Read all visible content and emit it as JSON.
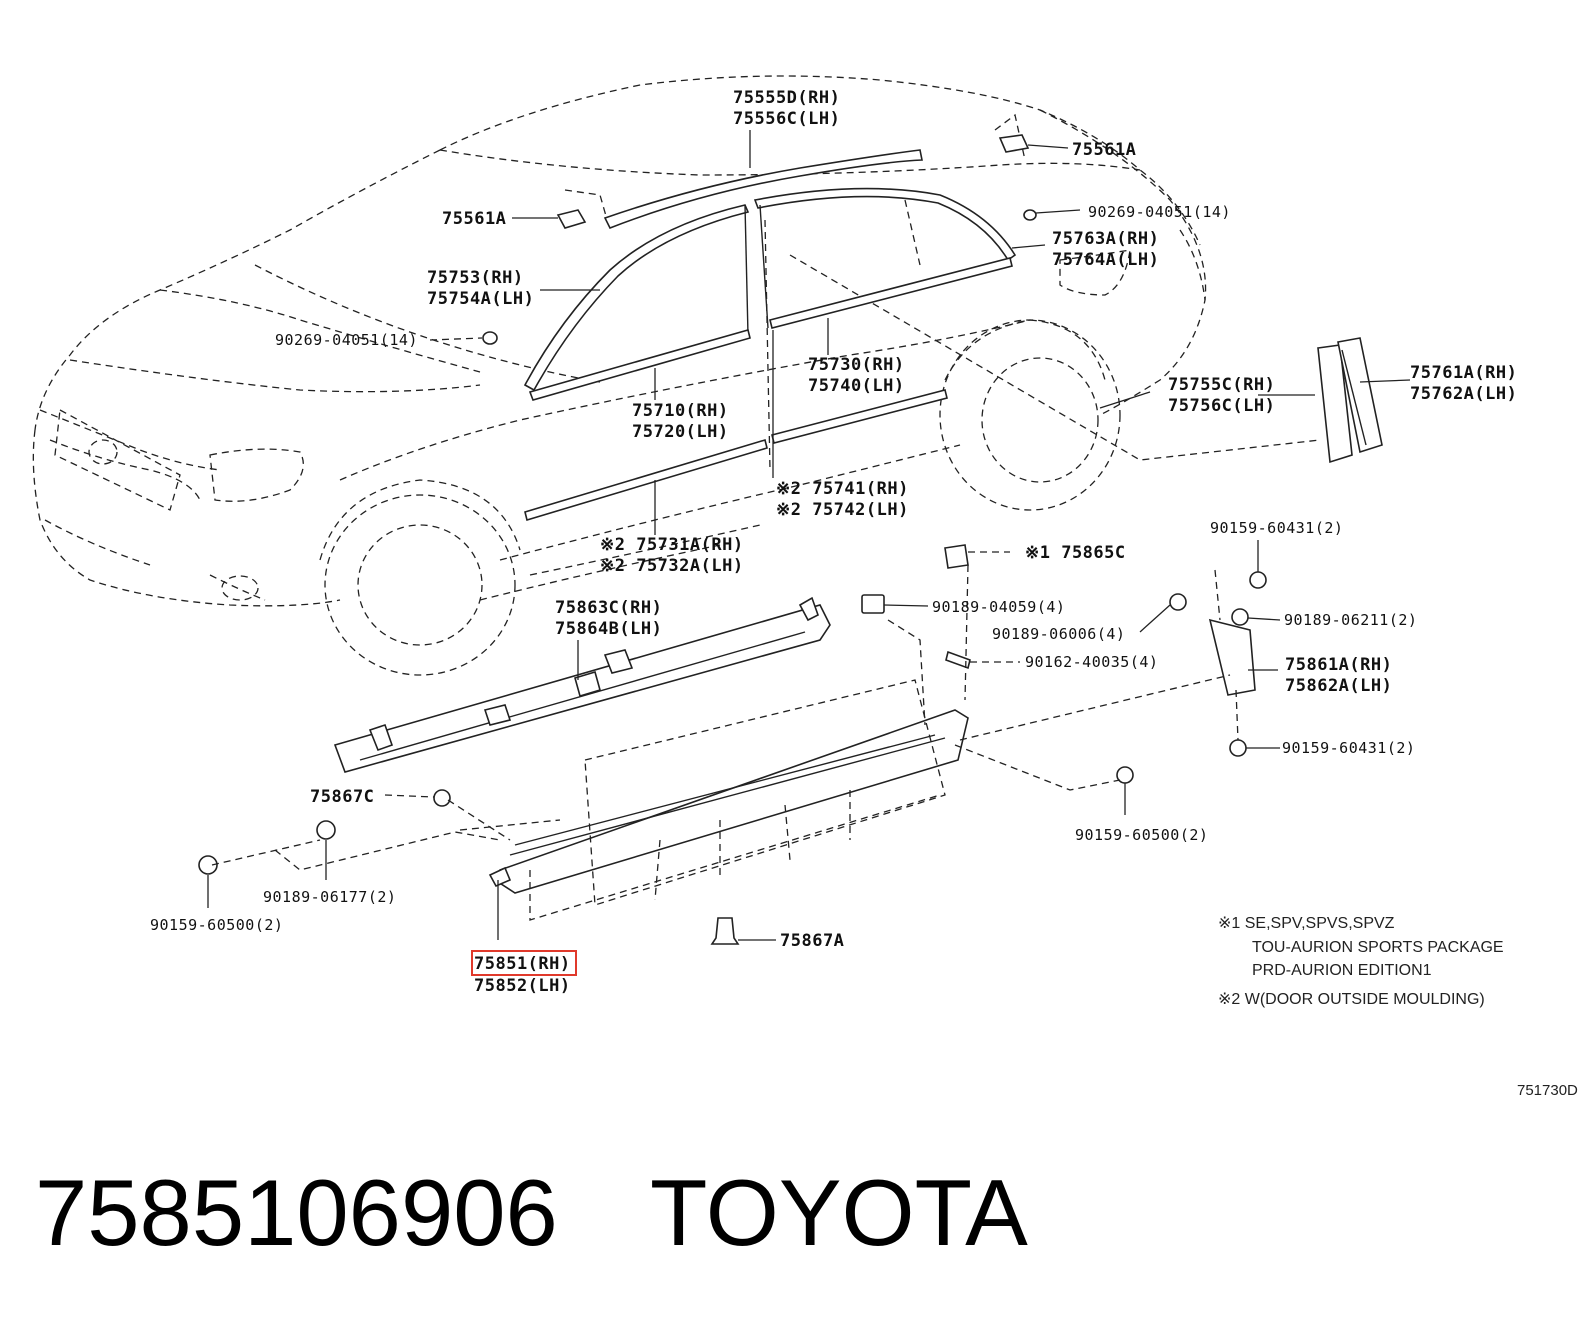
{
  "labels": {
    "l75555D": "75555D(RH)",
    "l75556C": "75556C(LH)",
    "l75561A_r": "75561A",
    "l75561A_l": "75561A",
    "l90269_r": "90269-04051(14)",
    "l90269_l": "90269-04051(14)",
    "l75763A": "75763A(RH)",
    "l75764A": "75764A(LH)",
    "l75753": "75753(RH)",
    "l75754A": "75754A(LH)",
    "l75730": "75730(RH)",
    "l75740": "75740(LH)",
    "l75755C": "75755C(RH)",
    "l75756C": "75756C(LH)",
    "l75761A": "75761A(RH)",
    "l75762A": "75762A(LH)",
    "l75710": "75710(RH)",
    "l75720": "75720(LH)",
    "l75741": "※2 75741(RH)",
    "l75742": "※2 75742(LH)",
    "l75731A": "※2 75731A(RH)",
    "l75732A": "※2 75732A(LH)",
    "l90159_60431_top": "90159-60431(2)",
    "l75865C": "※1 75865C",
    "l75863C": "75863C(RH)",
    "l75864B": "75864B(LH)",
    "l90189_04059": "90189-04059(4)",
    "l90189_06211": "90189-06211(2)",
    "l90189_06006": "90189-06006(4)",
    "l90162_40035": "90162-40035(4)",
    "l75861A": "75861A(RH)",
    "l75862A": "75862A(LH)",
    "l90159_60431_bot": "90159-60431(2)",
    "l75867C": "75867C",
    "l90159_60500_r": "90159-60500(2)",
    "l90189_06177": "90189-06177(2)",
    "l90159_60500_l": "90159-60500(2)",
    "l75867A": "75867A",
    "l75851": "75851(RH)",
    "l75852": "75852(LH)"
  },
  "notes": {
    "n1": "※1 SE,SPV,SPVS,SPVZ",
    "n1b": "TOU-AURION SPORTS PACKAGE",
    "n1c": "PRD-AURION EDITION1",
    "n2": "※2 W(DOOR OUTSIDE MOULDING)"
  },
  "diagram_code": "751730D",
  "footer": {
    "part_number": "7585106906",
    "brand": "TOYOTA"
  },
  "highlighted_part": "75851(RH)",
  "colors": {
    "highlight": "#e0392b",
    "ink": "#222222"
  }
}
